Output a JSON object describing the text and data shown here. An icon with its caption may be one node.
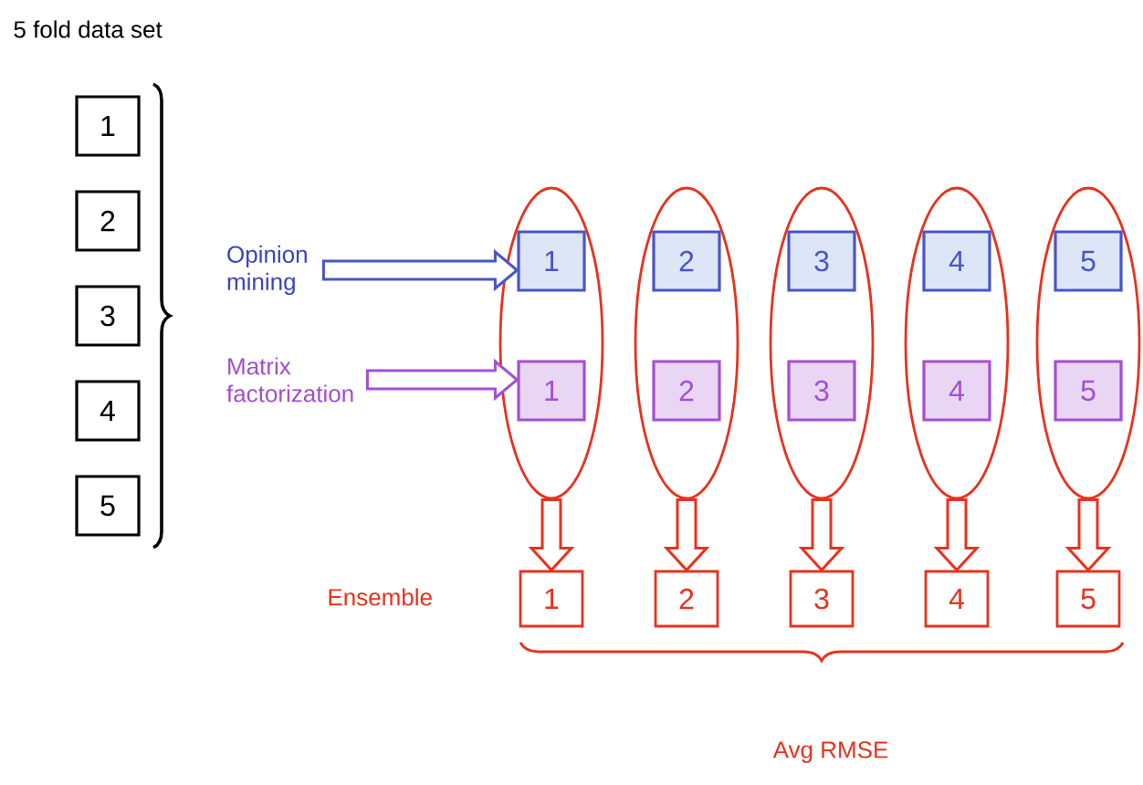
{
  "diagram": {
    "nodes": [
      {
        "text": [
          "Opinion mining"
        ]
      },
      {
        "text": [
          "Matrix factorization"
        ]
      },
      {
        "text": [
          "1"
        ]
      },
      {
        "text": [
          "2"
        ]
      },
      {
        "text": [
          "3"
        ]
      },
      {
        "text": [
          "4"
        ]
      },
      {
        "text": [
          "5"
        ]
      },
      {
        "text": [],
        "shape": "ellipse"
      },
      {
        "text": [
          "1"
        ],
        "in": 7
      },
      {
        "text": [
          "1"
        ],
        "in": 7
      },
      {
        "text": [],
        "shape": "ellipse"
      },
      {
        "text": [
          "2"
        ],
        "in": 10
      },
      {
        "text": [
          "2"
        ],
        "in": 10
      },
      {
        "text": [],
        "shape": "ellipse"
      },
      {
        "text": [
          "3"
        ],
        "in": 13
      },
      {
        "text": [
          "3"
        ],
        "in": 13
      },
      {
        "text": [],
        "shape": "ellipse"
      },
      {
        "text": [
          "4"
        ],
        "in": 16
      },
      {
        "text": [
          "4"
        ],
        "in": 16
      },
      {
        "text": [],
        "shape": "ellipse"
      },
      {
        "text": [
          "5"
        ],
        "in": 19
      },
      {
        "text": [
          "5"
        ],
        "in": 19
      },
      {
        "text": [
          "1"
        ]
      },
      {
        "text": [
          "2"
        ]
      },
      {
        "text": [
          "3"
        ]
      },
      {
        "text": [
          "4"
        ]
      },
      {
        "text": [
          "5"
        ]
      }
    ],
    "edges": [
      {
        "from": 0,
        "to": 8,
        "arrow": "to",
        "color": "#4a55c8"
      },
      {
        "from": 1,
        "to": 9,
        "arrow": "to",
        "color": "#a44fd6"
      },
      {
        "from": 7,
        "to": 22,
        "arrow": "to",
        "color": "#e8321e"
      },
      {
        "from": 10,
        "to": 23,
        "arrow": "to",
        "color": "#e8321e"
      },
      {
        "from": 13,
        "to": 24,
        "arrow": "to",
        "color": "#e8321e"
      },
      {
        "from": 16,
        "to": 25,
        "arrow": "to",
        "color": "#e8321e"
      },
      {
        "from": 19,
        "to": 26,
        "arrow": "to",
        "color": "#e8321e"
      }
    ],
    "labels": [
      "5 fold data set",
      "Ensemble",
      "Avg RMSE"
    ]
  }
}
